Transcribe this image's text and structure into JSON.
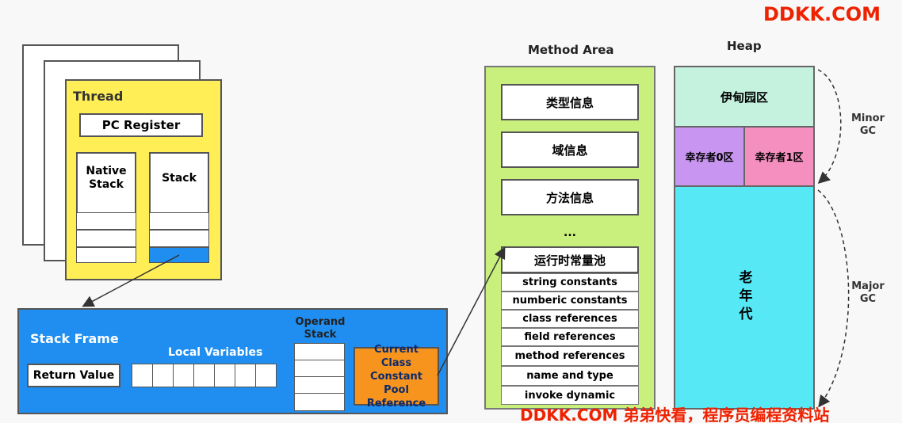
{
  "watermark_top": "DDKK.COM",
  "watermark_bottom": "DDKK.COM 弟弟快看，程序员编程资料站",
  "thread": {
    "title": "Thread",
    "pc_register": "PC Register",
    "native_stack": "Native Stack",
    "stack": "Stack"
  },
  "stack_frame": {
    "title": "Stack Frame",
    "local_variables": "Local Variables",
    "return_value": "Return Value",
    "operand_stack": "Operand Stack",
    "current_class_ref": "Current Class Constant Pool Reference"
  },
  "method_area": {
    "title": "Method Area",
    "type_info": "类型信息",
    "field_info": "域信息",
    "method_info": "方法信息",
    "ellipsis": "...",
    "runtime_pool": "运行时常量池",
    "pool_items": [
      "string constants",
      "numberic constants",
      "class references",
      "field references",
      "method references",
      "name and type",
      "invoke dynamic"
    ]
  },
  "heap": {
    "title": "Heap",
    "eden": "伊甸园区",
    "survivor0": "幸存者0区",
    "survivor1": "幸存者1区",
    "old_gen": "老年代",
    "minor_gc": "Minor GC",
    "major_gc": "Major GC"
  }
}
